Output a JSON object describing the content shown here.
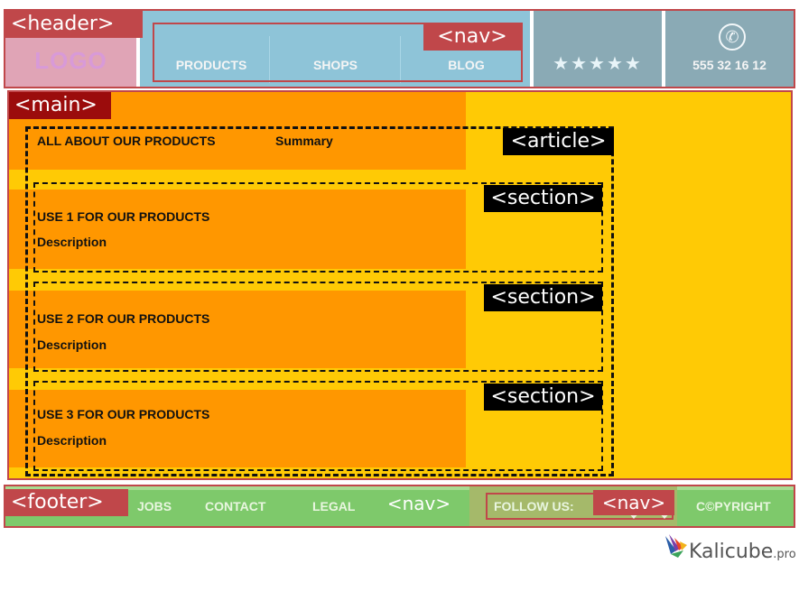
{
  "tags": {
    "header": "<header>",
    "header_nav": "<nav>",
    "main": "<main>",
    "article": "<article>",
    "section": "<section>",
    "footer": "<footer>",
    "footer_nav_1": "<nav>",
    "footer_nav_2": "<nav>"
  },
  "header": {
    "logo": "LOGO",
    "nav_items": [
      "PRODUCTS",
      "SHOPS",
      "BLOG"
    ],
    "rating": "★★★★★",
    "phone_icon": "phone-icon",
    "phone": "555 32 16 12"
  },
  "article": {
    "title": "ALL ABOUT OUR PRODUCTS",
    "summary": "Summary",
    "sections": [
      {
        "title": "USE 1 FOR OUR PRODUCTS",
        "description": "Description"
      },
      {
        "title": "USE 2 FOR OUR PRODUCTS",
        "description": "Description"
      },
      {
        "title": "USE 3 FOR OUR PRODUCTS",
        "description": "Description"
      }
    ]
  },
  "footer": {
    "links": [
      "JOBS",
      "CONTACT",
      "LEGAL"
    ],
    "follow": "FOLLOW US:",
    "copyright": "C©PYRIGHT"
  },
  "brand": {
    "name": "Kalicube",
    "suffix": ".pro"
  },
  "colors": {
    "header_pink": "#e0a4b6",
    "header_blue": "#8ec4d8",
    "header_teal": "#8aaab5",
    "main_yellow": "#ffca05",
    "main_orange": "#ff9700",
    "footer_green": "#7ec96b",
    "outline_red": "#c0474a"
  }
}
